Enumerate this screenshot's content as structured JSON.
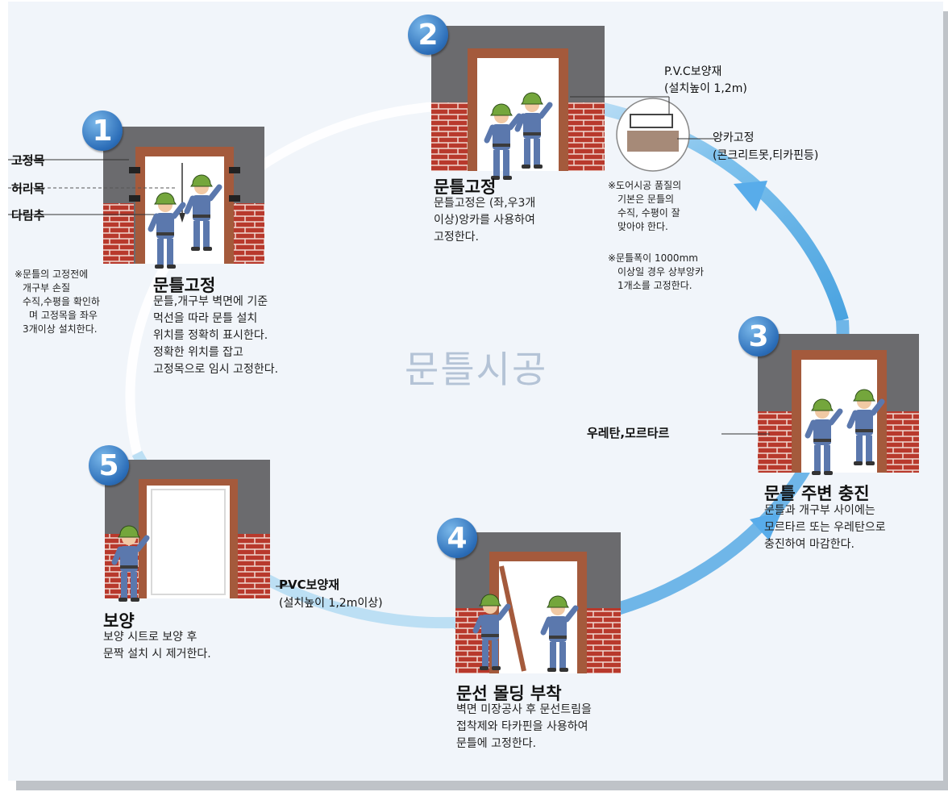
{
  "center_title": "문틀시공",
  "steps": [
    {
      "number": "1",
      "title": "문틀고정",
      "body": [
        "문틀,개구부 벽면에 기준",
        "먹선을 따라 문틀 설치",
        "위치를 정확히 표시한다.",
        "정확한 위치를 잡고",
        "고정목으로 임시 고정한다."
      ],
      "labels": [
        "고정목",
        "허리목",
        "다림추"
      ],
      "note": [
        "※문틀의 고정전에",
        "개구부 손질",
        "수직,수평을 확인하",
        "며 고정목을 좌우",
        "3개이상 설치한다."
      ]
    },
    {
      "number": "2",
      "title": "문틀고정",
      "body": [
        "문틀고정은 (좌,우3개",
        "이상)앙카를 사용하여",
        "고정한다."
      ],
      "labels": [
        "P.V.C보양재",
        "(설치높이 1,2m)",
        "앙카고정",
        "(콘크리트못,티카핀등)"
      ],
      "note1": [
        "※도어시공 품질의",
        "기본은 문틀의",
        "수직, 수평이 잘",
        "맞아야 한다."
      ],
      "note2": [
        "※문틀폭이 1000mm",
        "이상일 경우 상부앙카",
        "1개소를 고정한다."
      ]
    },
    {
      "number": "3",
      "title": "문틀 주변 충진",
      "body": [
        "문틀과 개구부 사이에는",
        "모르타르 또는 우레탄으로",
        "충진하여 마감한다."
      ],
      "labels": [
        "우레탄,모르타르"
      ]
    },
    {
      "number": "4",
      "title": "문선 몰딩 부착",
      "body": [
        "벽면 미장공사 후 문선트림을",
        "접착제와 타카핀을 사용하여",
        "문틀에 고정한다."
      ]
    },
    {
      "number": "5",
      "title": "보양",
      "body": [
        "보양 시트로 보양 후",
        "문짝 설치 시 제거한다."
      ],
      "labels": [
        "PVC보양재",
        "(설치높이 1,2m이상)"
      ]
    }
  ],
  "colors": {
    "background": "#f1f5fa",
    "arrow": "#6fb6e8",
    "badge": "#2b6db8",
    "wall_concrete": "#6b6b6e",
    "brick": "#b8392c",
    "door_frame": "#a45a3c",
    "worker_uniform": "#5b78ad",
    "helmet": "#74a63c"
  },
  "icons": [
    "numbered-step-badge",
    "worker-figure",
    "door-frame-illustration",
    "circular-flow-arrow"
  ]
}
